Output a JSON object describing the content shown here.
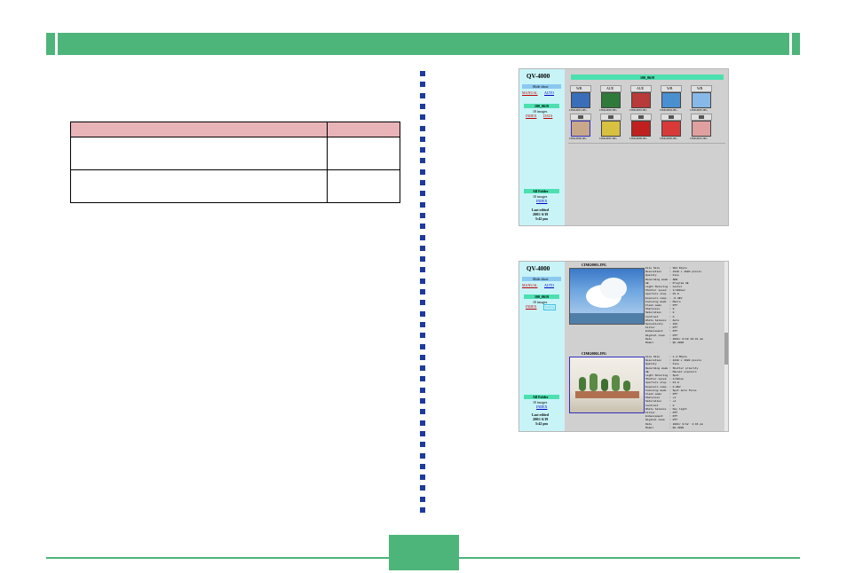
{
  "screenshot_top": {
    "model": "QV-4000",
    "slide_show": "Slide show",
    "manual": "MANUAL",
    "auto": "AUTO",
    "folder": "100_0619",
    "images": "10 images",
    "index": "INDEX",
    "data": "DATA",
    "all_folder": "All Folder",
    "all_images": "10 images",
    "all_index": "INDEX",
    "last_edited": "Last edited",
    "date": "2001/ 6/19",
    "time": "5:42 pm",
    "title_bar": "100_0619",
    "modes_row1": [
      "WB",
      "AUE",
      "AUE",
      "WB",
      "WB"
    ],
    "files_row1": [
      "CIMG0001.JPG",
      "CIMG0002.JPG",
      "CIMG0003.JPG",
      "CIMG0004.JPG",
      "CIMG0005.JPG"
    ],
    "files_row2": [
      "CIMG0006.JPG",
      "CIMG0007.JPG",
      "CIMG0008.JPG",
      "CIMG0009.JPG",
      "CIMG0010.JPG"
    ]
  },
  "screenshot_bottom": {
    "model": "QV-4000",
    "slide_show": "Slide show",
    "manual": "MANUAL",
    "auto": "AUTO",
    "folder": "100_0619",
    "images": "10 images",
    "index": "INDEX",
    "data": "DATA",
    "all_folder": "All Folder",
    "all_images": "10 images",
    "all_index": "INDEX",
    "last_edited": "Last edited",
    "date": "2001/ 6/19",
    "time": "5:42 pm",
    "image1": "CIMG0001.JPG",
    "image2": "CIMG0002.JPG",
    "info1": [
      "File Size      : 993 Kbyte",
      "Resolution     : 2240 x 1680 pixels",
      "Quality        : Fine",
      "Recording mode : AEB",
      "AE             : Program AE",
      "Light Metering : Center",
      "Shutter speed  : 1/400sec",
      "Aperture stop  : F8.0",
      "Exposure comp. : -0.3EV",
      "Focusing mode  : Macro",
      "Flash mode     : Off",
      "Sharpness      : 0",
      "Saturation     : 0",
      "Contrast       : 0",
      "White balance  : Auto",
      "Sensitivity    : 100",
      "Filter         : Off",
      "Enhancement    : Off",
      "Digital zoom   : Off",
      "Date           : 2001/ 6/19 10:31 am",
      "Model          : QV-4000"
    ],
    "info2": [
      "File Size      : 1.4 Mbyte",
      "Resolution     : 2240 x 1680 pixels",
      "Quality        : Fine",
      "Recording mode : Shutter priority",
      "AE             : Manual exposure",
      "Light Metering : Spot",
      "Shutter speed  : 1/60sec",
      "Aperture stop  : F4.0",
      "Exposure comp. : 0.0EV",
      "Focusing mode  : Spot auto focus",
      "Flash mode     : Off",
      "Sharpness      : +1",
      "Saturation     : +1",
      "Contrast       : 0",
      "White balance  : Day light",
      "Filter         : Off",
      "Enhancement    : Off",
      "Digital zoom   : Off",
      "Date           : 2001/ 6/12  1:46 pm",
      "Model          : QV-4000"
    ]
  }
}
